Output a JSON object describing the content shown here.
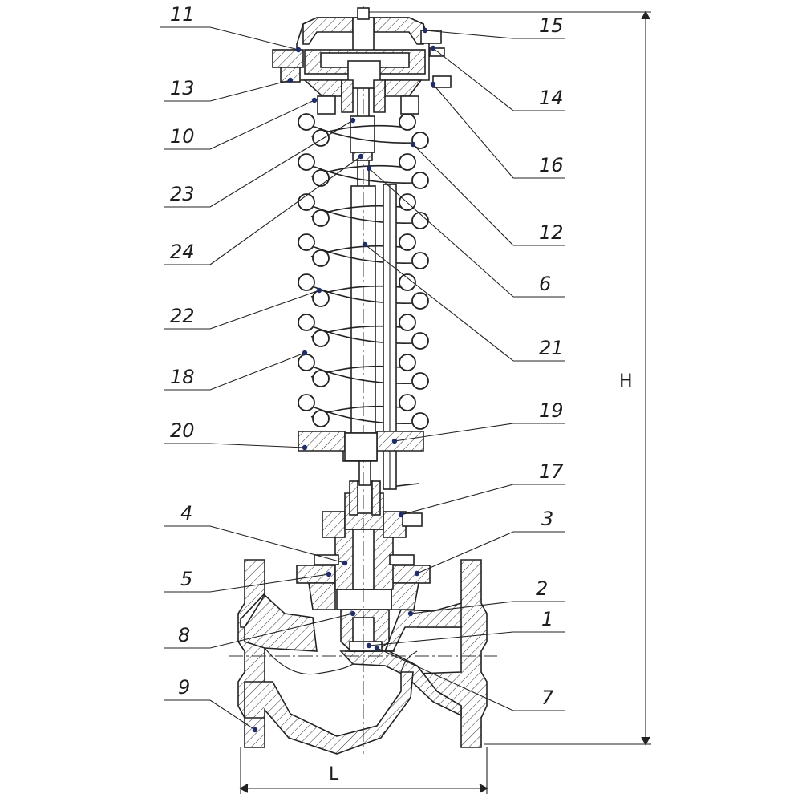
{
  "callouts": {
    "left": [
      "11",
      "13",
      "10",
      "23",
      "24",
      "22",
      "18",
      "20",
      "4",
      "5",
      "8",
      "9"
    ],
    "right": [
      "15",
      "14",
      "16",
      "12",
      "6",
      "21",
      "19",
      "17",
      "3",
      "2",
      "1",
      "7"
    ]
  },
  "dimensions": {
    "height": "H",
    "length": "L"
  }
}
